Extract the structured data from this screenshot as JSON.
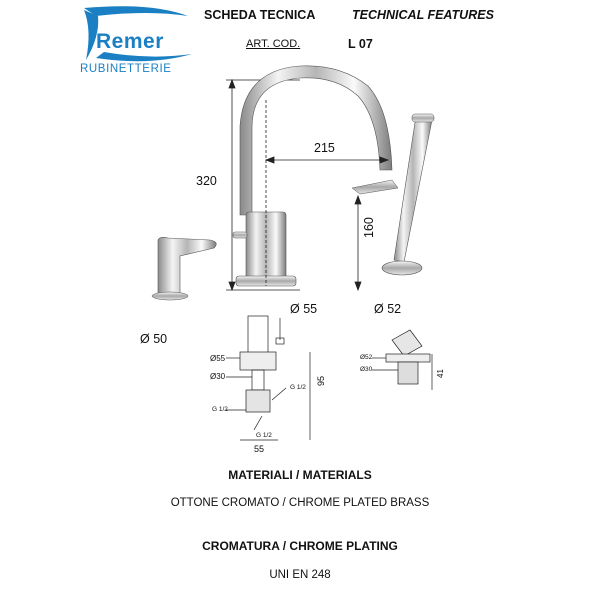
{
  "brand": {
    "name": "Remer",
    "subtitle": "RUBINETTERIE",
    "color": "#1b7fc4"
  },
  "header": {
    "sheet_it": "SCHEDA TECNICA",
    "sheet_en": "TECHNICAL FEATURES",
    "art_label": "ART. COD.",
    "art_code": "L 07"
  },
  "dimensions": {
    "height_total": "320",
    "reach": "215",
    "shower_height": "160",
    "diam_main": "Ø 55",
    "diam_shower": "Ø 52",
    "diam_handle": "Ø 50"
  },
  "section_main": {
    "d55": "Ø55",
    "d30": "Ø30",
    "thread_right": "G 1/2",
    "thread_left": "G 1/2",
    "thread_bottom": "G 1/2",
    "h95": "95",
    "w55": "55"
  },
  "section_shower": {
    "d52": "Ø52",
    "d30": "Ø30",
    "h41": "41"
  },
  "materials": {
    "title": "MATERIALI / MATERIALS",
    "value": "OTTONE CROMATO / CHROME PLATED BRASS"
  },
  "plating": {
    "title": "CROMATURA / CHROME PLATING",
    "value": "UNI EN 248"
  }
}
